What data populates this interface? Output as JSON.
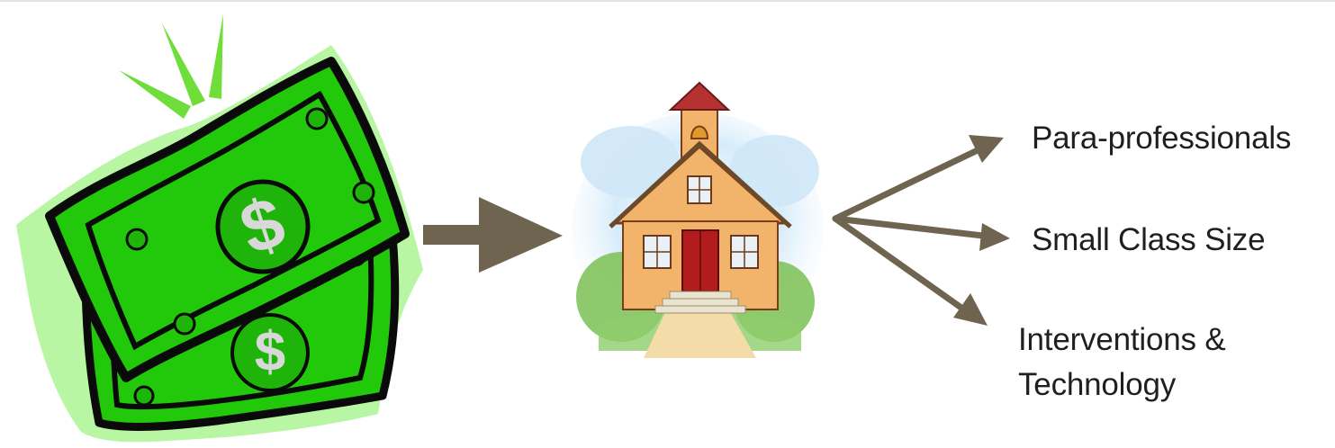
{
  "diagram": {
    "source": {
      "icon": "money-bills-icon",
      "symbol": "$"
    },
    "target": {
      "icon": "schoolhouse-icon"
    },
    "outcomes": [
      {
        "label": "Para-professionals"
      },
      {
        "label": "Small Class Size"
      },
      {
        "label_lines": [
          "Interventions &",
          "Technology"
        ]
      }
    ]
  },
  "colors": {
    "money_green": "#22c90a",
    "money_light": "#a6f58e",
    "arrow": "#6e6450",
    "school_wall": "#f2b36a",
    "door": "#b31c1c"
  }
}
